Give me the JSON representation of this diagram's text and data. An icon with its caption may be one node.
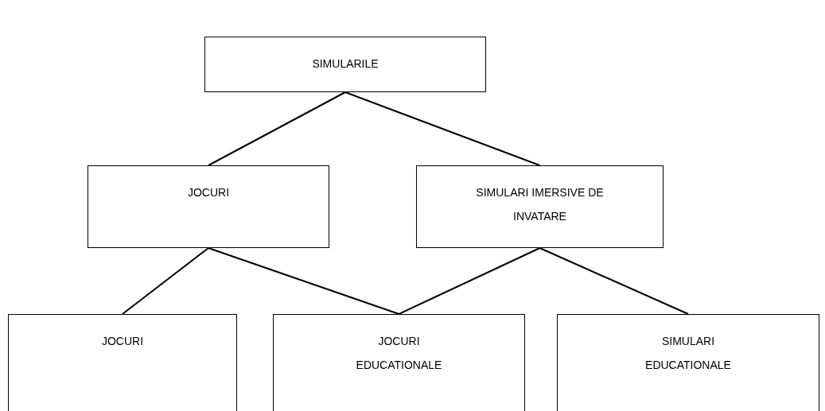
{
  "diagram": {
    "nodes": [
      {
        "text": [
          "SIMULARILE"
        ]
      },
      {
        "text": [
          "JOCURI"
        ]
      },
      {
        "text": [
          "SIMULARI IMERSIVE DE INVATARE"
        ]
      },
      {
        "text": [
          "JOCURI"
        ]
      },
      {
        "text": [
          "JOCURI EDUCATIONALE"
        ]
      },
      {
        "text": [
          "SIMULARI EDUCATIONALE"
        ]
      }
    ],
    "edges": [
      {
        "from": 0,
        "to": 1,
        "arrow": "none"
      },
      {
        "from": 0,
        "to": 2,
        "arrow": "none"
      },
      {
        "from": 1,
        "to": 3,
        "arrow": "none"
      },
      {
        "from": 1,
        "to": 4,
        "arrow": "none"
      },
      {
        "from": 2,
        "to": 4,
        "arrow": "none"
      },
      {
        "from": 2,
        "to": 5,
        "arrow": "none"
      }
    ]
  }
}
